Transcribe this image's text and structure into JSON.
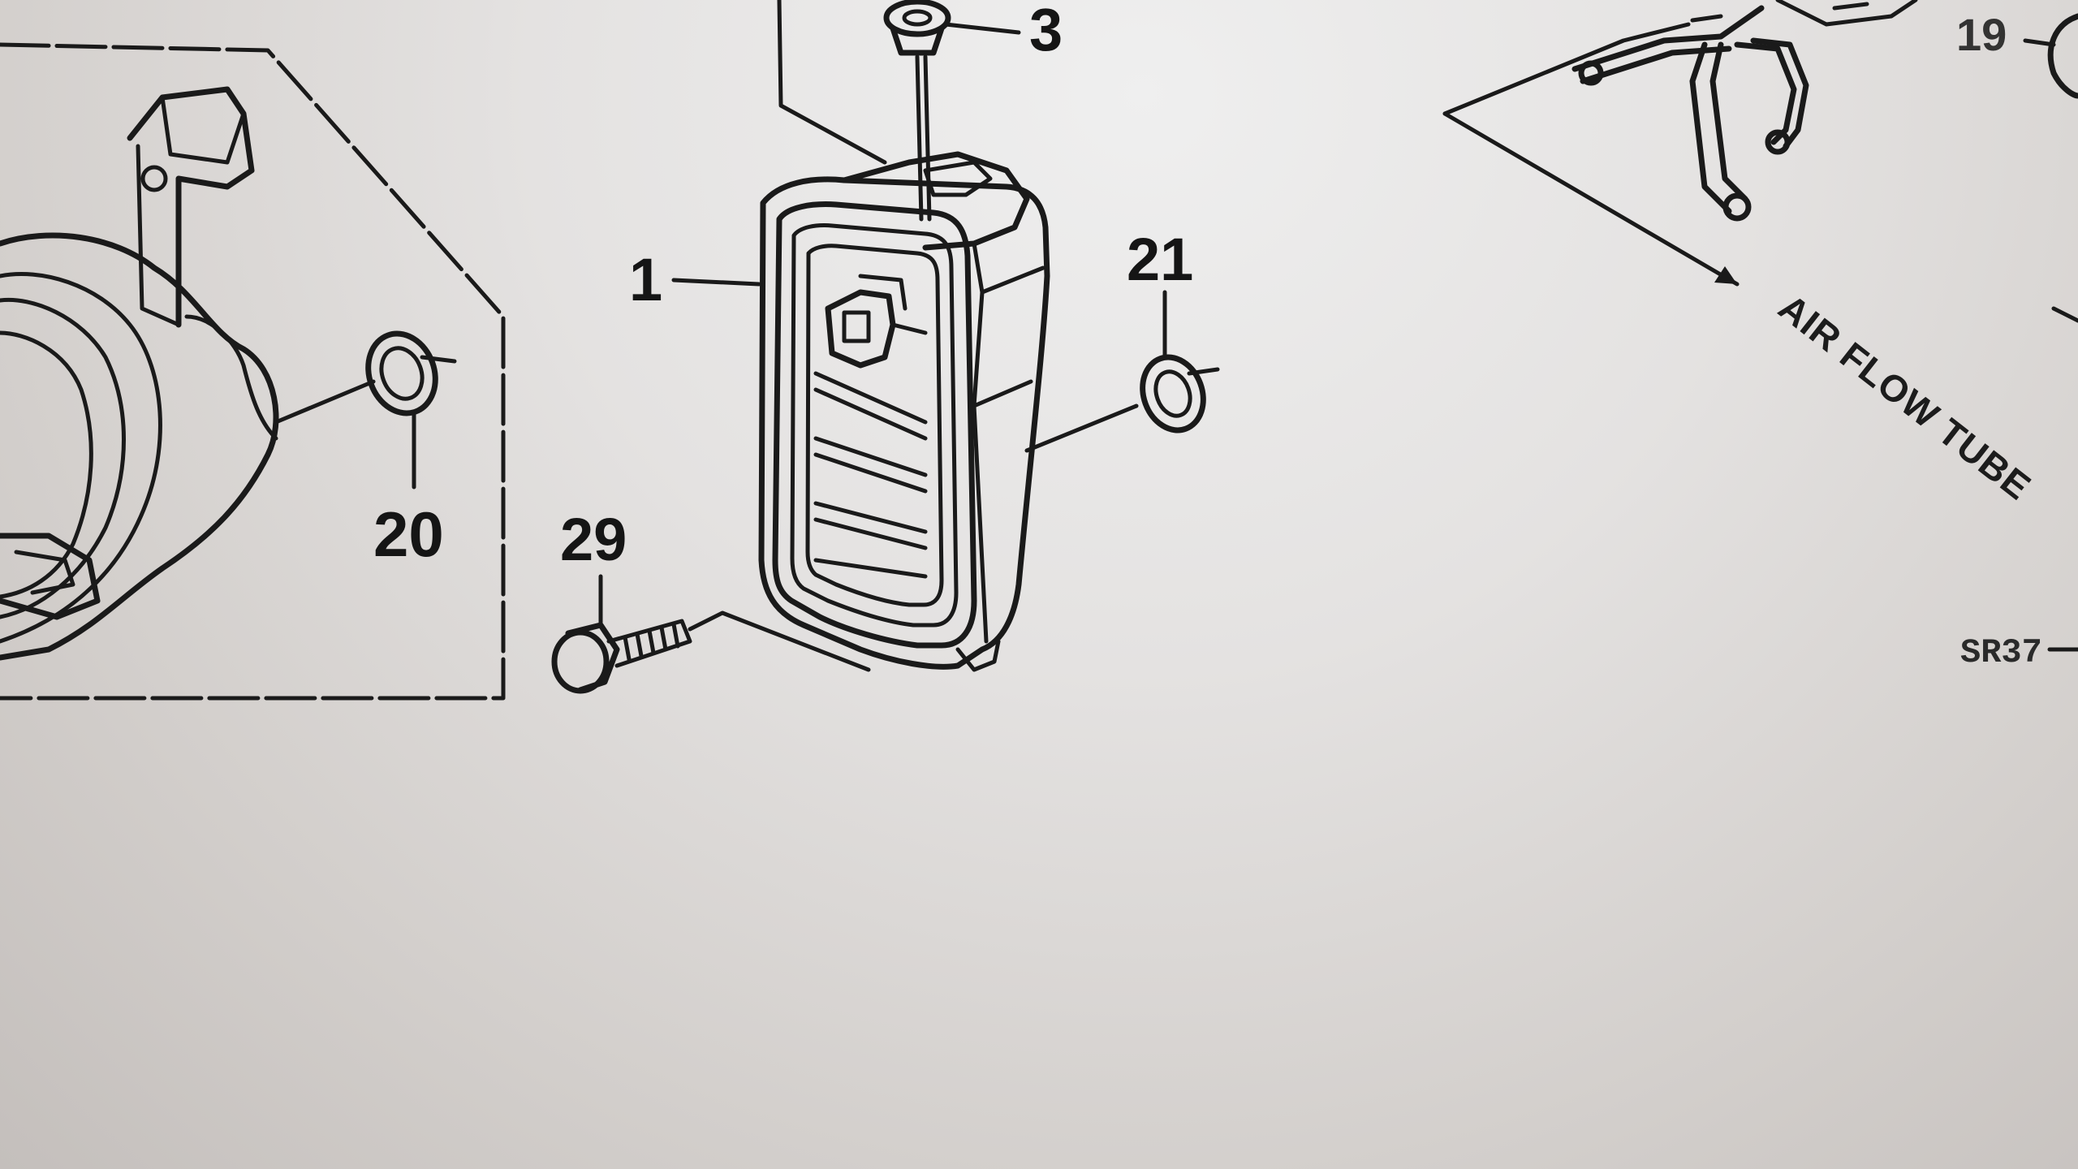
{
  "callouts": {
    "c1": "1",
    "c3": "3",
    "c19": "19",
    "c20": "20",
    "c21": "21",
    "c29": "29"
  },
  "labels": {
    "air_flow_tube": "AIR FLOW TUBE",
    "code": "SR37"
  },
  "colors": {
    "ink": "#1a1a1a",
    "paper": "#e6e4e3"
  }
}
